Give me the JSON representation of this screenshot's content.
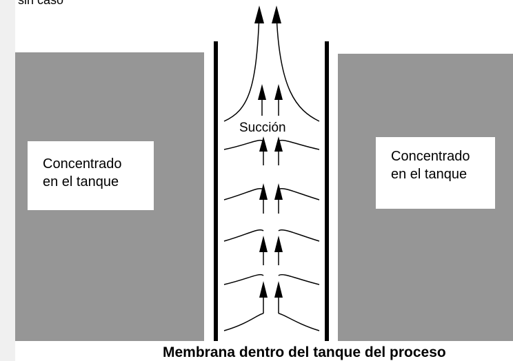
{
  "header": {
    "clipped_text": "sin caso"
  },
  "left_tank": {
    "line1": "Concentrado",
    "line2": "en el tanque"
  },
  "right_tank": {
    "line1": "Concentrado",
    "line2": "en el tanque"
  },
  "channel": {
    "suction_label": "Succión"
  },
  "caption": "Membrana dentro del tanque del proceso",
  "colors": {
    "tank_gray": "#969696",
    "label_box": "#ffffff",
    "membrane": "#000000",
    "left_strip": "#f0f0f0"
  },
  "icons": [
    "flow-arrow-icon"
  ]
}
